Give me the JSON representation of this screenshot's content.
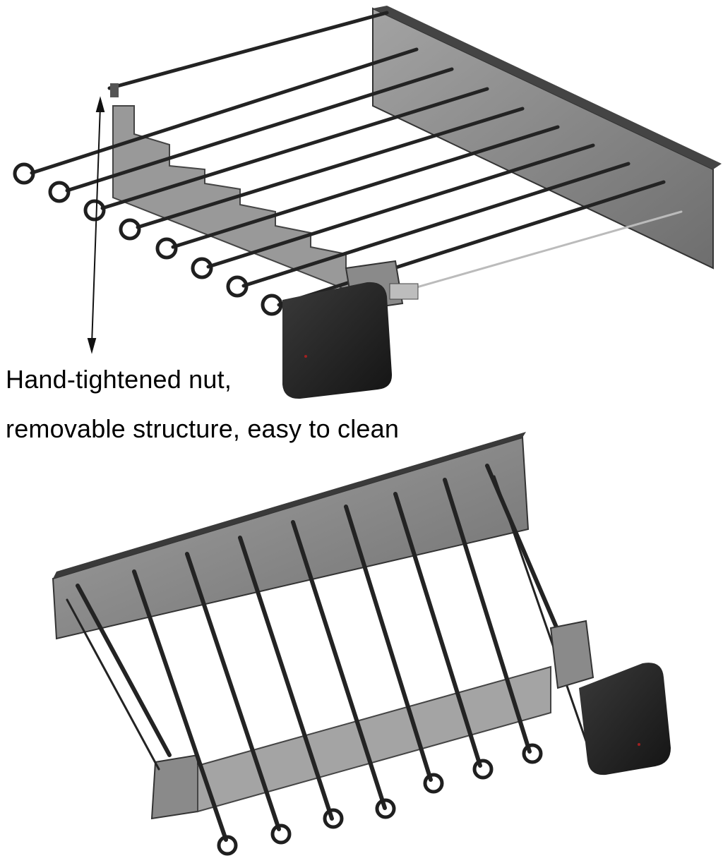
{
  "caption": {
    "line1": "Hand-tightened nut,",
    "line2": "removable structure, easy to clean"
  },
  "colors": {
    "background": "#ffffff",
    "panel": "#8e8e8e",
    "panel_dark": "#5a5a5a",
    "rod": "#2a2a2a",
    "motor": "#2b2b2b",
    "text": "#000000"
  },
  "figures": [
    {
      "name": "rotisserie-rack-top-view",
      "skewers": 8,
      "component": "motor-box"
    },
    {
      "name": "rotisserie-rack-bottom-view",
      "skewers": 9,
      "component": "motor-box"
    }
  ]
}
